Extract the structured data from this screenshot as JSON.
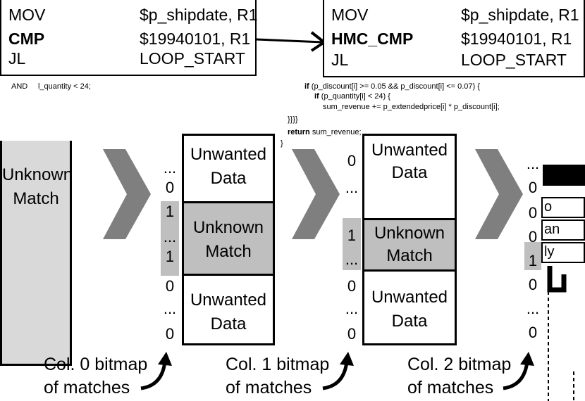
{
  "left_asm": {
    "rows": [
      {
        "op": "MOV",
        "arg": "$p_shipdate, R1"
      },
      {
        "op": "CMP",
        "arg": "$19940101, R1"
      },
      {
        "op": "JL",
        "arg": "LOOP_START"
      }
    ]
  },
  "right_asm": {
    "rows": [
      {
        "op": "MOV",
        "arg": "$p_shipdate, R1"
      },
      {
        "op": "HMC_CMP",
        "arg": "$19940101, R1"
      },
      {
        "op": "JL",
        "arg": "LOOP_START"
      }
    ]
  },
  "sql_fragment": {
    "keyword": "AND",
    "condition": "l_quantity < 24;"
  },
  "code": {
    "line1_kw": "if",
    "line1_rest": " (p_discount[i] >= 0.05 && p_discount[i] <= 0.07) {",
    "line2_kw": "if",
    "line2_rest": " (p_quantity[i] < 24) {",
    "line3": "sum_revenue += p_extendedprice[i] * p_discount[i];",
    "line4": "}}}}",
    "line5_kw": "return",
    "line5_rest": " sum_revenue;",
    "line6": "}"
  },
  "col0": {
    "match_label_1": "Unknown",
    "match_label_2": "Match"
  },
  "col1": {
    "top_1": "Unwanted",
    "top_2": "Data",
    "mid_1": "Unknown",
    "mid_2": "Match",
    "bot_1": "Unwanted",
    "bot_2": "Data",
    "bits": [
      "...",
      "0",
      "1",
      "...",
      "1",
      "0",
      "...",
      "0"
    ]
  },
  "col2": {
    "top_1": "Unwanted",
    "top_2": "Data",
    "mid_1": "Unknown",
    "mid_2": "Match",
    "bot_1": "Unwanted",
    "bot_2": "Data",
    "bits": [
      "0",
      "...",
      "1",
      "...",
      "0",
      "...",
      "0"
    ]
  },
  "col3": {
    "bits": [
      "...",
      "0",
      "0",
      "0",
      "1",
      "0",
      "...",
      "0"
    ],
    "frag_1": "o",
    "frag_2": "an",
    "frag_3": "ly"
  },
  "captions": {
    "c0_1": "Col. 0 bitmap",
    "c0_2": "of matches",
    "c1_1": "Col. 1 bitmap",
    "c1_2": "of matches",
    "c2_1": "Col. 2 bitmap",
    "c2_2": "of matches"
  },
  "colors": {
    "light_gray": "#d9d9d9",
    "mid_gray": "#bfbfbf",
    "chevron": "#7f7f7f"
  }
}
